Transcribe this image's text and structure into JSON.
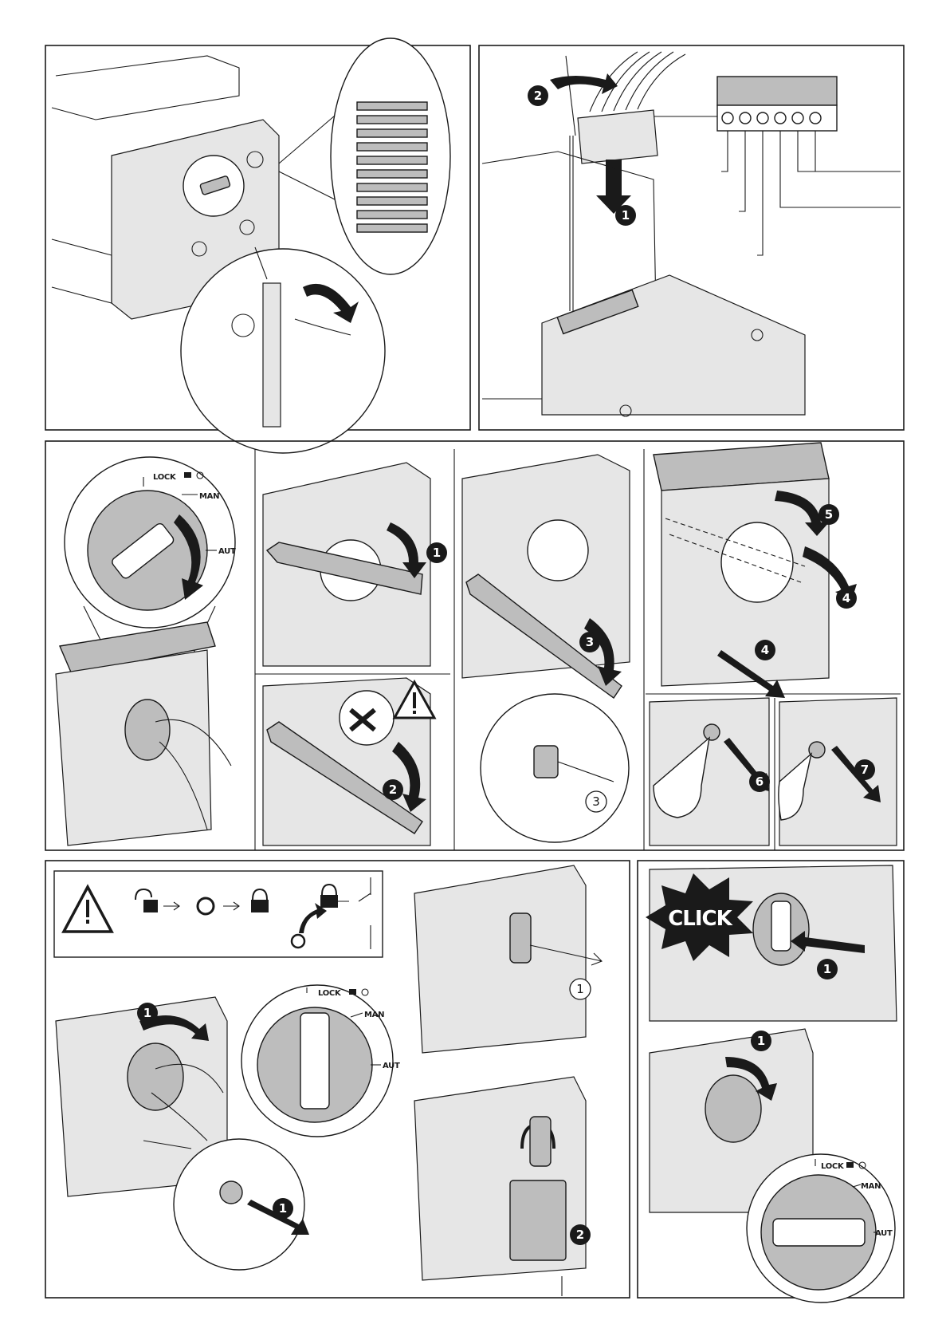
{
  "dial_labels": {
    "lock": "LOCK",
    "man": "MAN",
    "aut": "AUT"
  },
  "click_label": "CLICK",
  "steps": {
    "one": "1",
    "two": "2",
    "three": "3",
    "four": "4",
    "five": "5",
    "six": "6",
    "seven": "7"
  },
  "icons": [
    "warning-triangle-icon",
    "padlock-icon",
    "circle-icon",
    "switch-icon",
    "arrow-icon",
    "hand-icon"
  ]
}
